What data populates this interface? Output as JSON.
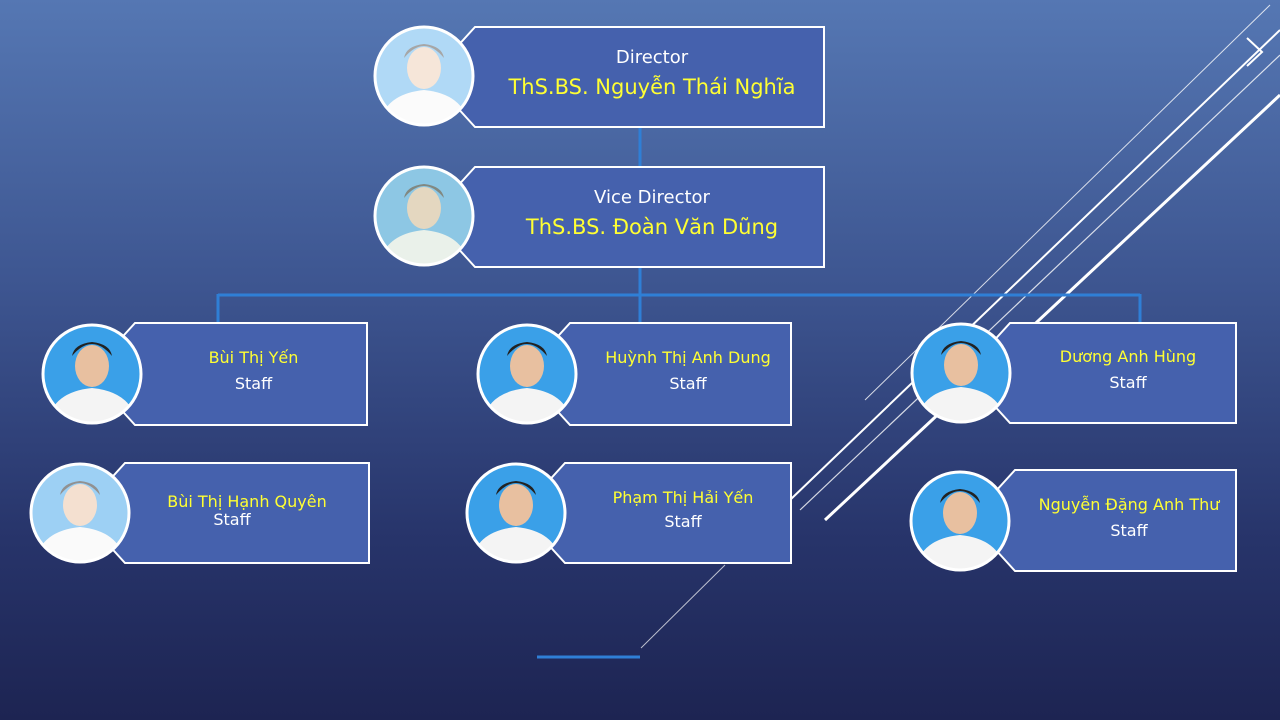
{
  "director": {
    "role": "Director",
    "name": "ThS.BS. Nguyễn Thái Nghĩa"
  },
  "vice_director": {
    "role": "Vice Director",
    "name": "ThS.BS. Đoàn Văn Dũng"
  },
  "staff": [
    {
      "name": "Bùi Thị Yến",
      "role": "Staff"
    },
    {
      "name": "Huỳnh Thị Anh Dung",
      "role": "Staff"
    },
    {
      "name": "Dương Anh Hùng",
      "role": "Staff"
    },
    {
      "name": "Bùi Thị Hạnh Quyên",
      "role": "Staff"
    },
    {
      "name": "Phạm Thị Hải Yến",
      "role": "Staff"
    },
    {
      "name": "Nguyễn Đặng Anh Thư",
      "role": "Staff"
    }
  ],
  "colors": {
    "box": "#4561ad",
    "connector": "#2f7fd6",
    "name_text": "#ffff33"
  }
}
